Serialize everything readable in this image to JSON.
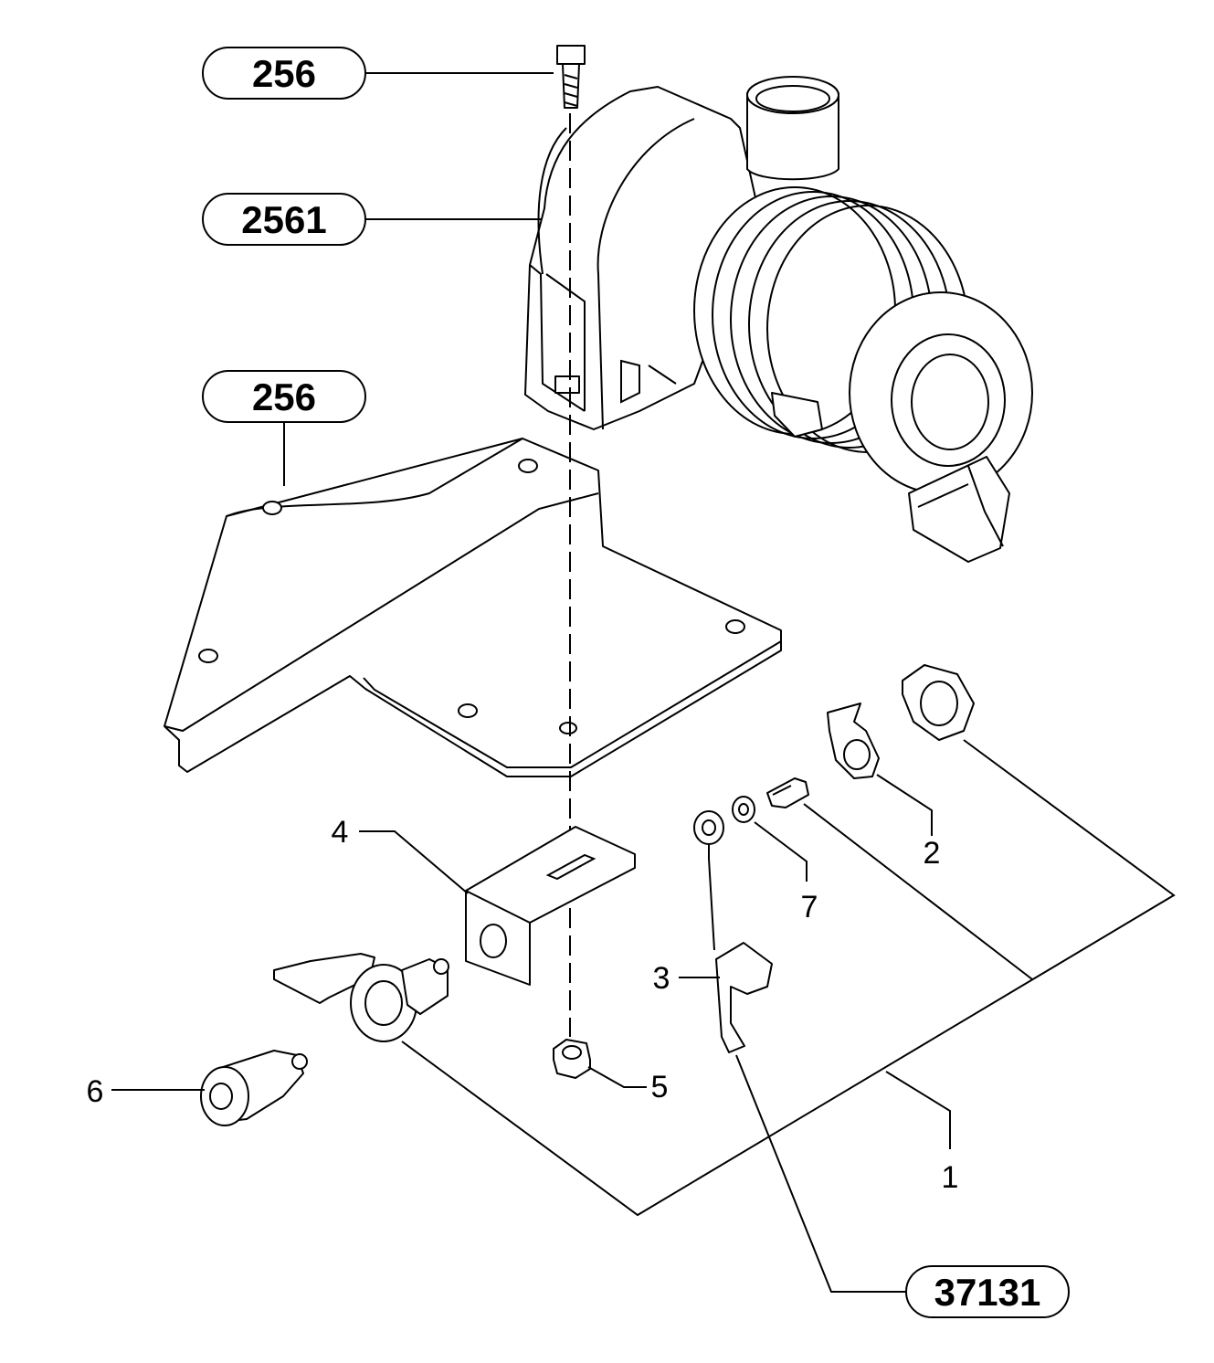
{
  "reference_pills": [
    {
      "id": "pill-256-top",
      "label": "256"
    },
    {
      "id": "pill-2561",
      "label": "2561"
    },
    {
      "id": "pill-256-mid",
      "label": "256"
    },
    {
      "id": "pill-37131",
      "label": "37131"
    }
  ],
  "callouts": [
    {
      "id": "callout-1",
      "label": "1"
    },
    {
      "id": "callout-2",
      "label": "2"
    },
    {
      "id": "callout-3",
      "label": "3"
    },
    {
      "id": "callout-4",
      "label": "4"
    },
    {
      "id": "callout-5",
      "label": "5"
    },
    {
      "id": "callout-6",
      "label": "6"
    },
    {
      "id": "callout-7",
      "label": "7"
    }
  ]
}
